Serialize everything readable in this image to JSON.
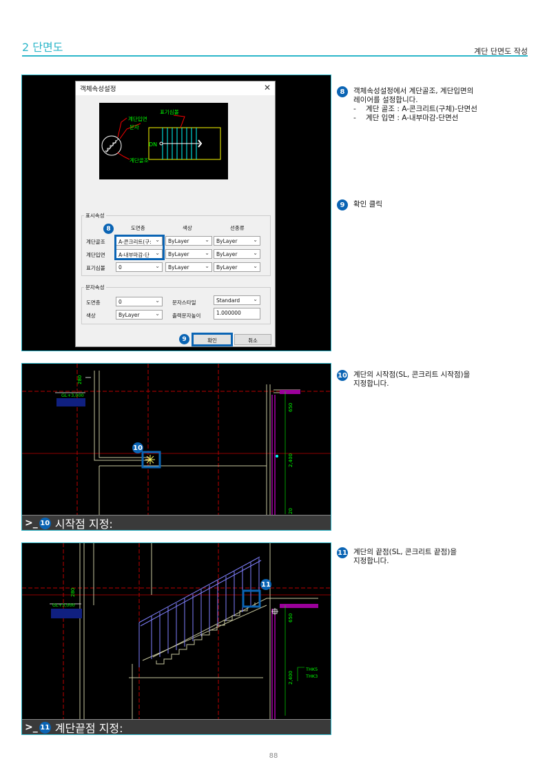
{
  "header": {
    "section_title": "2 단면도",
    "doc_title": "계단 단면도 작성"
  },
  "dialog": {
    "title": "객체속성설정",
    "close": "✕",
    "preview_labels": {
      "stair_face": "계단입면",
      "text": "문자",
      "symbol": "표기심볼",
      "dn": "DN",
      "stair_struct": "계단골조"
    },
    "display_group": "표시속성",
    "col_layer": "도면층",
    "col_color": "색상",
    "col_linetype": "선종류",
    "rows": [
      {
        "label": "계단골조",
        "layer": "A-콘크리트(구:",
        "color": "ByLayer",
        "linetype": "ByLayer"
      },
      {
        "label": "계단입면",
        "layer": "A-내부마감-단",
        "color": "ByLayer",
        "linetype": "ByLayer"
      },
      {
        "label": "표기심볼",
        "layer": "0",
        "color": "ByLayer",
        "linetype": "ByLayer"
      }
    ],
    "text_group": "문자속성",
    "text_layer_label": "도면층",
    "text_layer_value": "0",
    "text_style_label": "문자스타일",
    "text_style_value": "Standard",
    "text_color_label": "색상",
    "text_color_value": "ByLayer",
    "text_height_label": "출력문자높이",
    "text_height_value": "1.000000",
    "ok": "확인",
    "cancel": "취소"
  },
  "badges": {
    "b8": "8",
    "b9": "9",
    "b10": "10",
    "b11": "11"
  },
  "notes": {
    "n8_line1": "객체속성설정에서 계단골조, 계단입면의",
    "n8_line2": "레이어를 설정합니다.",
    "n8_sub1": "계단 골조 : A-콘크리트(구체)-단면선",
    "n8_sub2": "계단 입면 : A-내부마감-단면선",
    "dash": "-",
    "n9": "확인 클릭",
    "n10_line1": "계단의 시작점(SL, 콘크리트 시작점)을",
    "n10_line2": "지정합니다.",
    "n11_line1": "계단의 끝점(SL, 콘크리트 끝점)을",
    "n11_line2": "지정합니다."
  },
  "cad": {
    "gl": "GL+3,000",
    "dim_280": "280",
    "dim_650": "650",
    "dim_2400": "2,400",
    "dim_20": "20",
    "thk1": "THK5",
    "thk2": "THK3",
    "prompt": ">_",
    "cmd10": "시작점 지정:",
    "cmd11": "계단끝점 지정:"
  },
  "page_number": "88",
  "colors": {
    "accent": "#2bb6c9",
    "badge": "#0a64b4",
    "cad_green": "#00ff00",
    "cad_magenta": "#ff00ff",
    "cad_red": "#c00000"
  }
}
